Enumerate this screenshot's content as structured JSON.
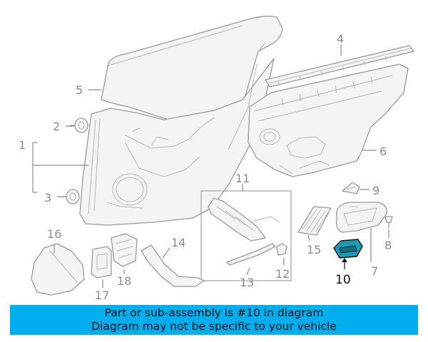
{
  "callouts": {
    "c1": "1",
    "c2": "2",
    "c3": "3",
    "c4": "4",
    "c5": "5",
    "c6": "6",
    "c7": "7",
    "c8": "8",
    "c9": "9",
    "c10": "10",
    "c11": "11",
    "c12": "12",
    "c13": "13",
    "c14": "14",
    "c15": "15",
    "c16": "16",
    "c17": "17",
    "c18": "18"
  },
  "highlighted_part": "10",
  "colors": {
    "banner": "#00aeef",
    "highlight": "#1a9bb8",
    "line": "#9a9a9a"
  },
  "banner": {
    "line1": "Part or sub-assembly is #10 in diagram",
    "line2": "Diagram may not be specific to your vehicle"
  }
}
